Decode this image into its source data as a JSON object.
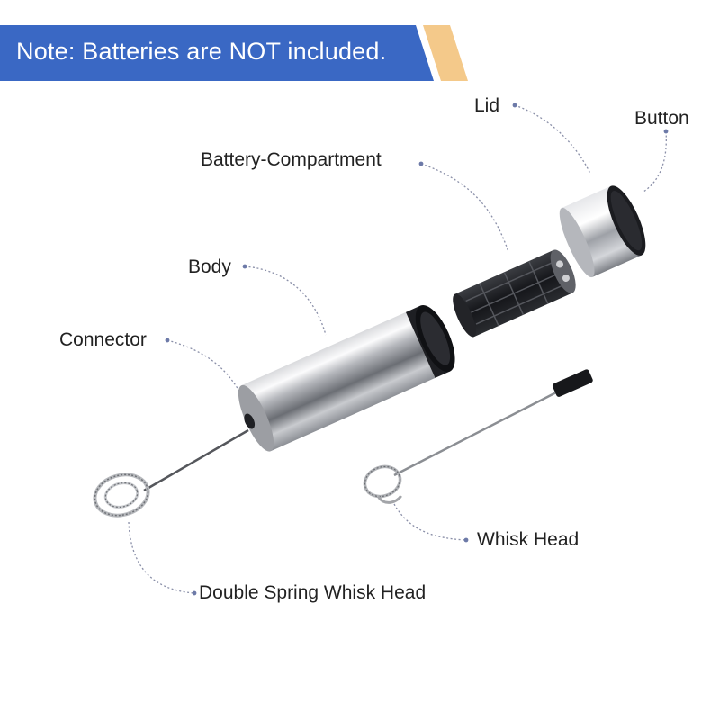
{
  "banner": {
    "text": "Note: Batteries are NOT included.",
    "color": "#3a68c4",
    "accent_color": "#f4c98a"
  },
  "labels": {
    "lid": "Lid",
    "button": "Button",
    "battery_compartment": "Battery-Compartment",
    "body": "Body",
    "connector": "Connector",
    "whisk_head": "Whisk Head",
    "double_spring_whisk_head": "Double Spring Whisk Head"
  },
  "colors": {
    "leader_line": "#8a8fa8",
    "label_text": "#222222"
  }
}
